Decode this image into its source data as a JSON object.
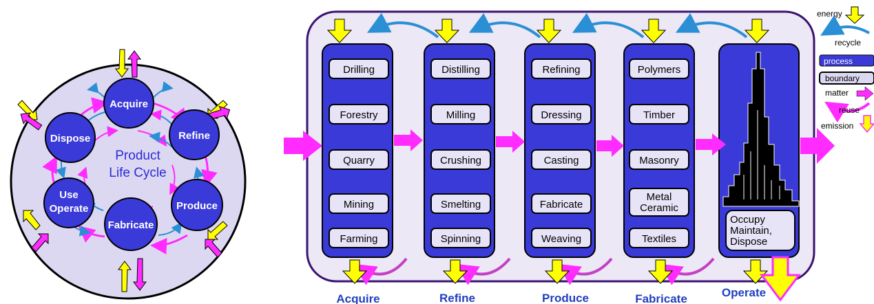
{
  "cycle": {
    "title_line1": "Product",
    "title_line2": "Life Cycle",
    "nodes": {
      "acquire": "Acquire",
      "refine": "Refine",
      "produce": "Produce",
      "fabricate": "Fabricate",
      "use_line1": "Use",
      "use_line2": "Operate",
      "dispose": "Dispose"
    }
  },
  "columns": [
    {
      "stage": "Acquire",
      "processes": [
        "Drilling",
        "Forestry",
        "Quarry",
        "Mining",
        "Farming"
      ]
    },
    {
      "stage": "Refine",
      "processes": [
        "Distilling",
        "Milling",
        "Crushing",
        "Smelting",
        "Spinning"
      ]
    },
    {
      "stage": "Produce",
      "processes": [
        "Refining",
        "Dressing",
        "Casting",
        "Fabricate",
        "Weaving"
      ]
    },
    {
      "stage": "Fabricate",
      "processes": [
        "Polymers",
        "Timber",
        "Masonry",
        "Metal Ceramic",
        "Textiles"
      ]
    }
  ],
  "operate": {
    "stage": "Operate",
    "box_line1": "Occupy",
    "box_line2": "Maintain,",
    "box_line3": "Dispose"
  },
  "legend": {
    "energy": "energy",
    "recycle": "recycle",
    "process": "process",
    "boundary": "boundary",
    "matter": "matter",
    "reuse": "reuse",
    "emission": "emission"
  },
  "colors": {
    "process_blue": "#3a3ad8",
    "boundary_fill": "#ddd8f2",
    "matter_magenta": "#ff2bff",
    "energy_yellow": "#ffff00",
    "recycle_blue": "#2a8fd4"
  }
}
